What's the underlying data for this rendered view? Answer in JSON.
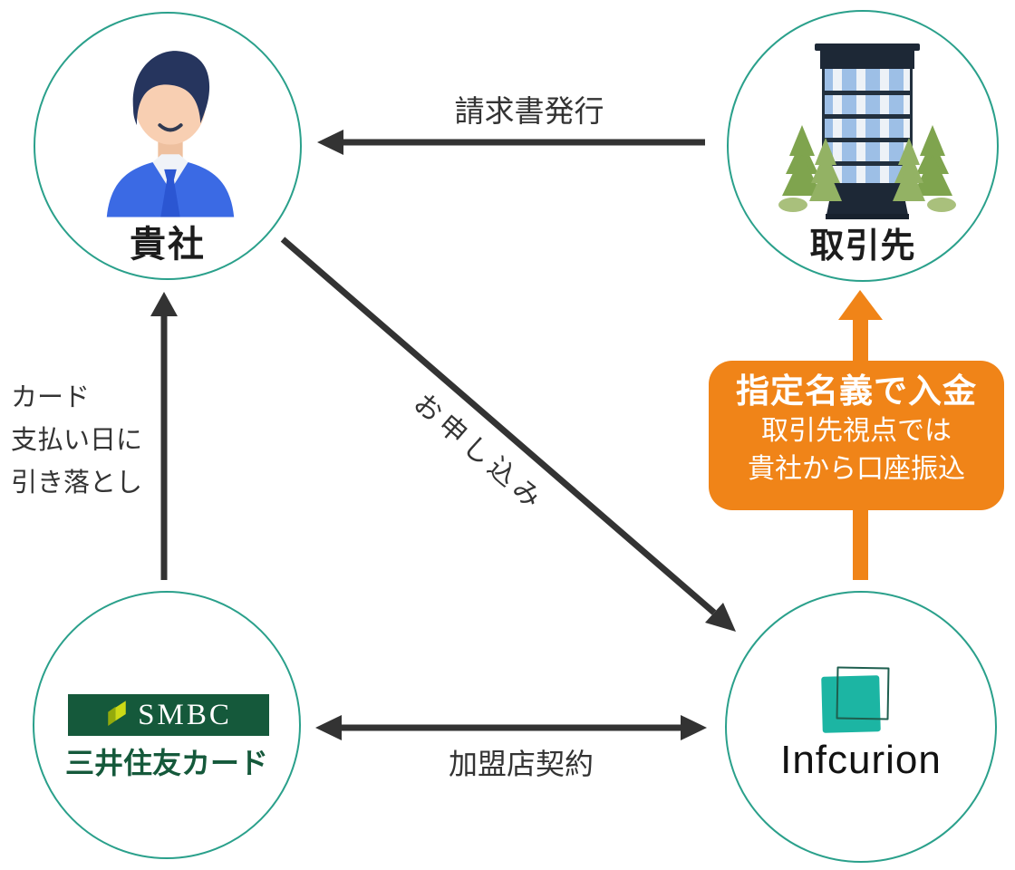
{
  "diagram": {
    "nodes": {
      "your_company": {
        "label": "貴社"
      },
      "client": {
        "label": "取引先"
      },
      "smbc": {
        "banner_text": "SMBC",
        "name": "三井住友カード"
      },
      "infcurion": {
        "name": "Infcurion"
      }
    },
    "arrows": {
      "invoice": {
        "label": "請求書発行",
        "direction": "client-to-your-company"
      },
      "application": {
        "label": "お申し込み",
        "direction": "your-company-to-infcurion"
      },
      "card_withdrawal": {
        "lines": [
          "カード",
          "支払い日に",
          "引き落とし"
        ],
        "direction": "smbc-to-your-company"
      },
      "merchant_contract": {
        "label": "加盟店契約",
        "direction": "bidirectional-smbc-infcurion"
      },
      "deposit": {
        "direction": "infcurion-to-client"
      }
    },
    "deposit_callout": {
      "title": "指定名義で入金",
      "body_lines": [
        "取引先視点では",
        "貴社から口座振込"
      ]
    },
    "icons": {
      "businessman-icon": "person in blue suit avatar",
      "office-building-icon": "blue office building with trees",
      "smbc-rising-mark-icon": "yellow-green rising flag mark",
      "infcurion-logo-icon": "teal square with offset outlined square"
    },
    "colors": {
      "circle_border": "#2aa08b",
      "arrow_dark": "#333333",
      "accent_orange": "#f08418",
      "smbc_green": "#15593b",
      "infcurion_teal": "#1cb5a3",
      "suit_blue": "#3b6ae4",
      "hair_navy": "#26355e"
    }
  }
}
